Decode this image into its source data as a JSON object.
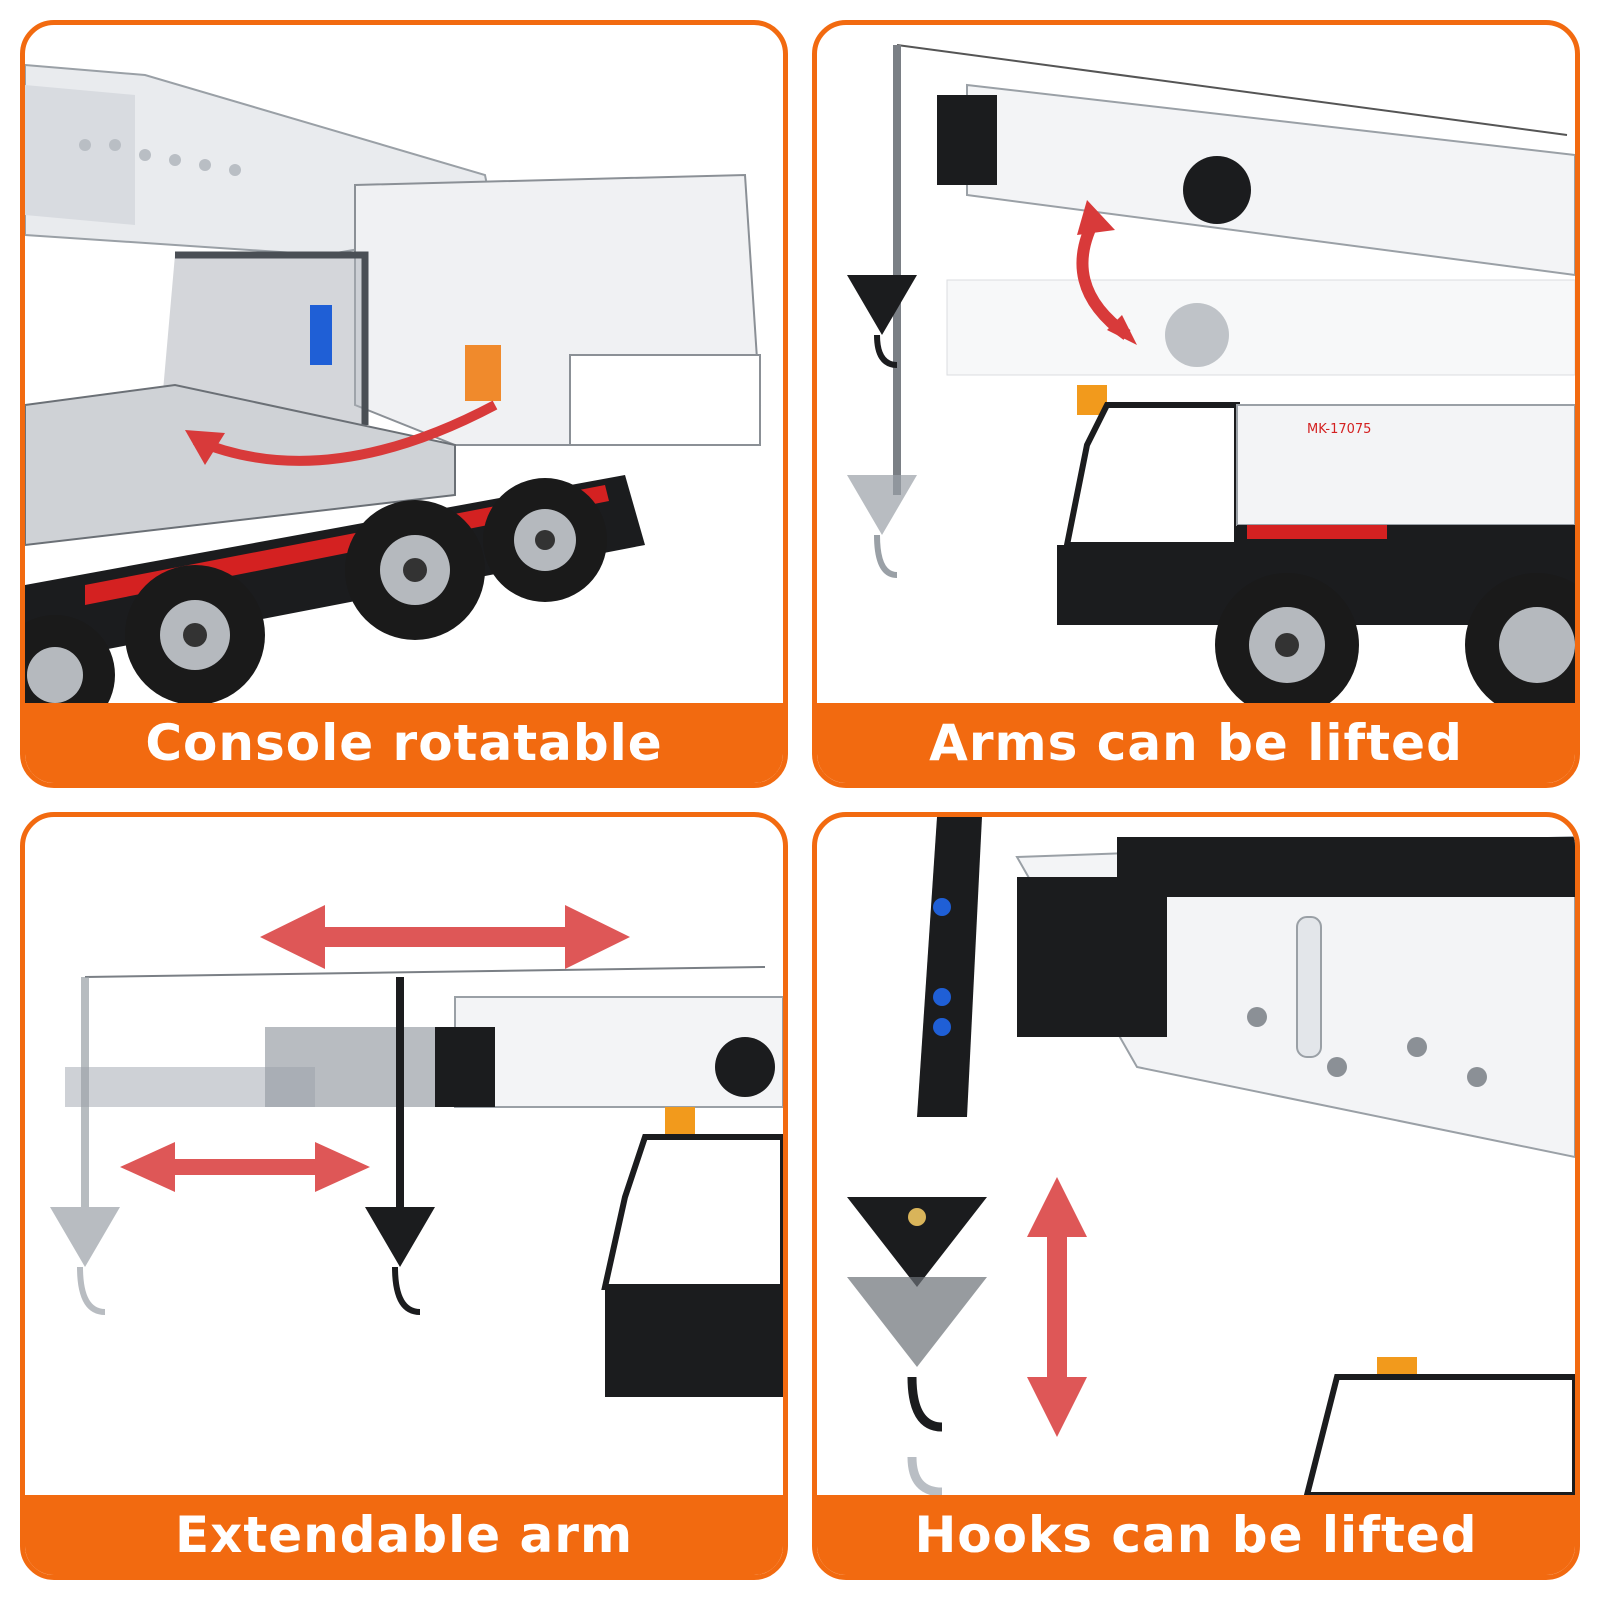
{
  "accent_color": "#f26a10",
  "panels": [
    {
      "caption": "Console rotatable",
      "image": "crane-console-rotation-photo"
    },
    {
      "caption": "Arms can be lifted",
      "image": "crane-boom-lift-photo"
    },
    {
      "caption": "Extendable arm",
      "image": "crane-boom-extension-photo"
    },
    {
      "caption": "Hooks can be lifted",
      "image": "crane-hook-lift-photo"
    }
  ],
  "truck_label": "MK-17075"
}
